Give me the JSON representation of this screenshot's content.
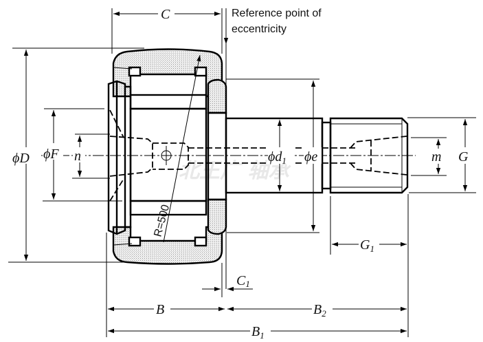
{
  "drawing": {
    "title": "Cam follower (stud type) dimension drawing",
    "reference_note": [
      "Reference point of",
      "eccentricity"
    ],
    "radius_label": "R=500",
    "watermark": "北王广 轴承",
    "dimensions": {
      "C": {
        "symbol": "C",
        "sub": ""
      },
      "D": {
        "symbol": "ϕD",
        "sub": ""
      },
      "F": {
        "symbol": "ϕF",
        "sub": ""
      },
      "n": {
        "symbol": "n",
        "sub": ""
      },
      "d1": {
        "symbol": "ϕd",
        "sub": "1"
      },
      "e": {
        "symbol": "ϕe",
        "sub": ""
      },
      "m": {
        "symbol": "m",
        "sub": ""
      },
      "G": {
        "symbol": "G",
        "sub": ""
      },
      "G1": {
        "symbol": "G",
        "sub": "1"
      },
      "C1": {
        "symbol": "C",
        "sub": "1"
      },
      "B": {
        "symbol": "B",
        "sub": ""
      },
      "B2": {
        "symbol": "B",
        "sub": "2"
      },
      "B1": {
        "symbol": "B",
        "sub": "1"
      }
    }
  }
}
